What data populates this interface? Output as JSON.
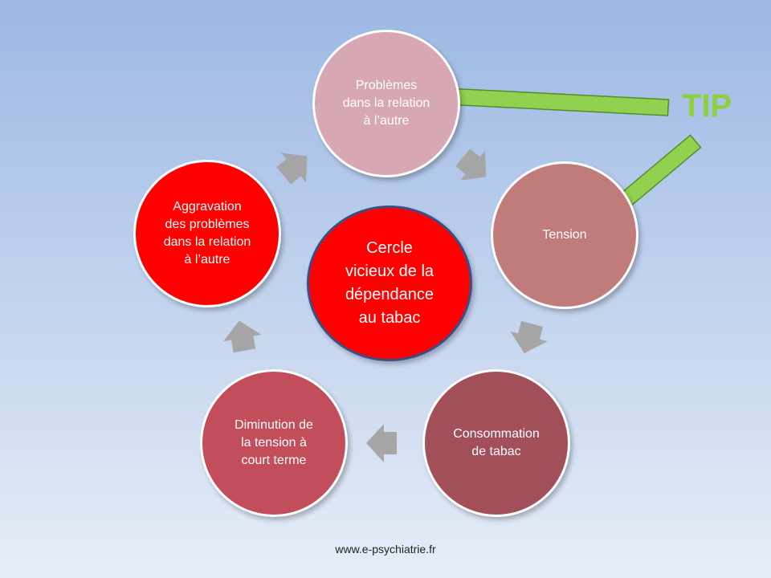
{
  "diagram": {
    "center": {
      "label": "Cercle\nvicieux de la\ndépendance\nau tabac"
    },
    "nodes": [
      {
        "id": "problemes",
        "label": "Problèmes\ndans la relation\nà l’autre"
      },
      {
        "id": "tension",
        "label": "Tension"
      },
      {
        "id": "consommation",
        "label": "Consommation\nde tabac"
      },
      {
        "id": "diminution",
        "label": "Diminution de\nla tension à\ncourt terme"
      },
      {
        "id": "aggravation",
        "label": "Aggravation\ndes problèmes\ndans la relation\nà l’autre"
      }
    ],
    "callout": {
      "label": "TIP"
    },
    "footer": "www.e-psychiatrie.fr"
  }
}
